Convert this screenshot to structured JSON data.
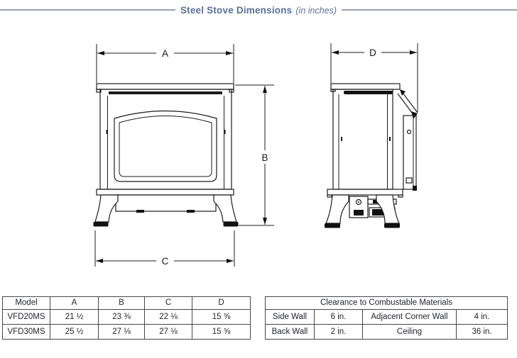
{
  "title": {
    "main": "Steel Stove Dimensions",
    "suffix": "(in inches)"
  },
  "diagram": {
    "labels": {
      "a": "A",
      "b": "B",
      "c": "C",
      "d": "D"
    }
  },
  "tables": {
    "models": {
      "headers": [
        "Model",
        "A",
        "B",
        "C",
        "D"
      ],
      "rows": [
        [
          "VFD20MS",
          "21 ½",
          "23 ⅜",
          "22 ⅛",
          "15 ⅝"
        ],
        [
          "VFD30MS",
          "25 ½",
          "27 ⅛",
          "27 ⅛",
          "15 ⅝"
        ]
      ]
    },
    "clearance": {
      "title": "Clearance to Combustable Materials",
      "rows": [
        [
          "Side Wall",
          "6 in.",
          "Adjacent Corner Wall",
          "4 in."
        ],
        [
          "Back Wall",
          "2 in.",
          "Ceiling",
          "36 in."
        ]
      ]
    }
  },
  "colors": {
    "accent": "#5b7194",
    "rule": "#9aa3b2",
    "line": "#1b1b1b",
    "table_border": "#44464a",
    "table_text": "#23262d"
  }
}
